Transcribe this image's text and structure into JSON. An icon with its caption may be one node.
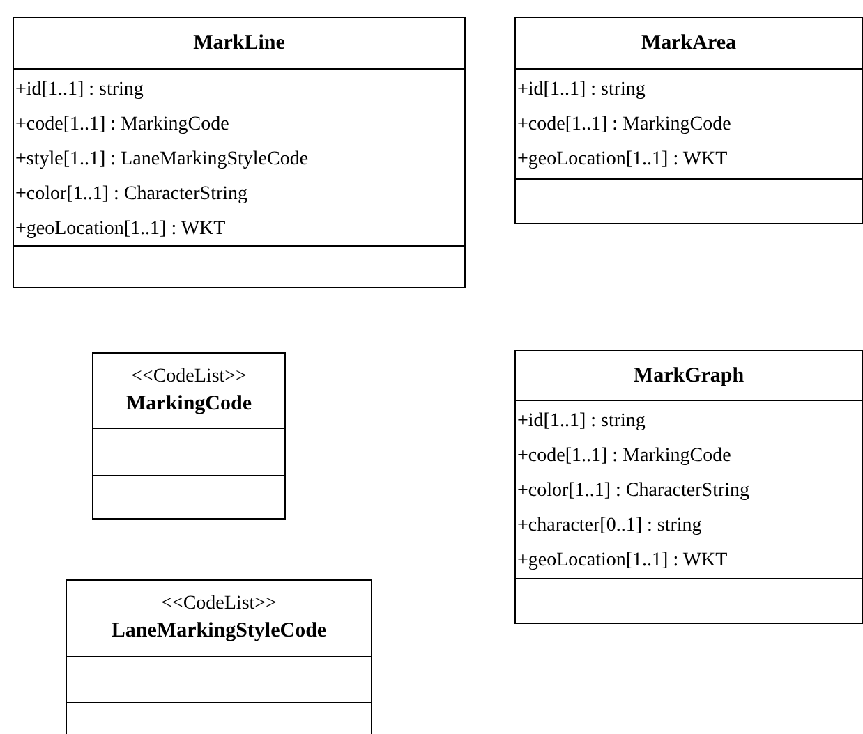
{
  "diagram": {
    "nodes": [
      {
        "text": [
          "MarkLine",
          "+id[1..1] : string",
          "+code[1..1] : MarkingCode",
          "+style[1..1] : LaneMarkingStyleCode",
          "+color[1..1] : CharacterString",
          "+geoLocation[1..1] : WKT"
        ]
      },
      {
        "text": [
          "MarkArea",
          "+id[1..1] : string",
          "+code[1..1] : MarkingCode",
          "+geoLocation[1..1] : WKT"
        ]
      },
      {
        "text": [
          "<<CodeList>>",
          "MarkingCode"
        ]
      },
      {
        "text": [
          "MarkGraph",
          "+id[1..1] : string",
          "+code[1..1] : MarkingCode",
          "+color[1..1] : CharacterString",
          "+character[0..1] : string",
          "+geoLocation[1..1] : WKT"
        ]
      },
      {
        "text": [
          "<<CodeList>>",
          "LaneMarkingStyleCode"
        ]
      }
    ]
  }
}
